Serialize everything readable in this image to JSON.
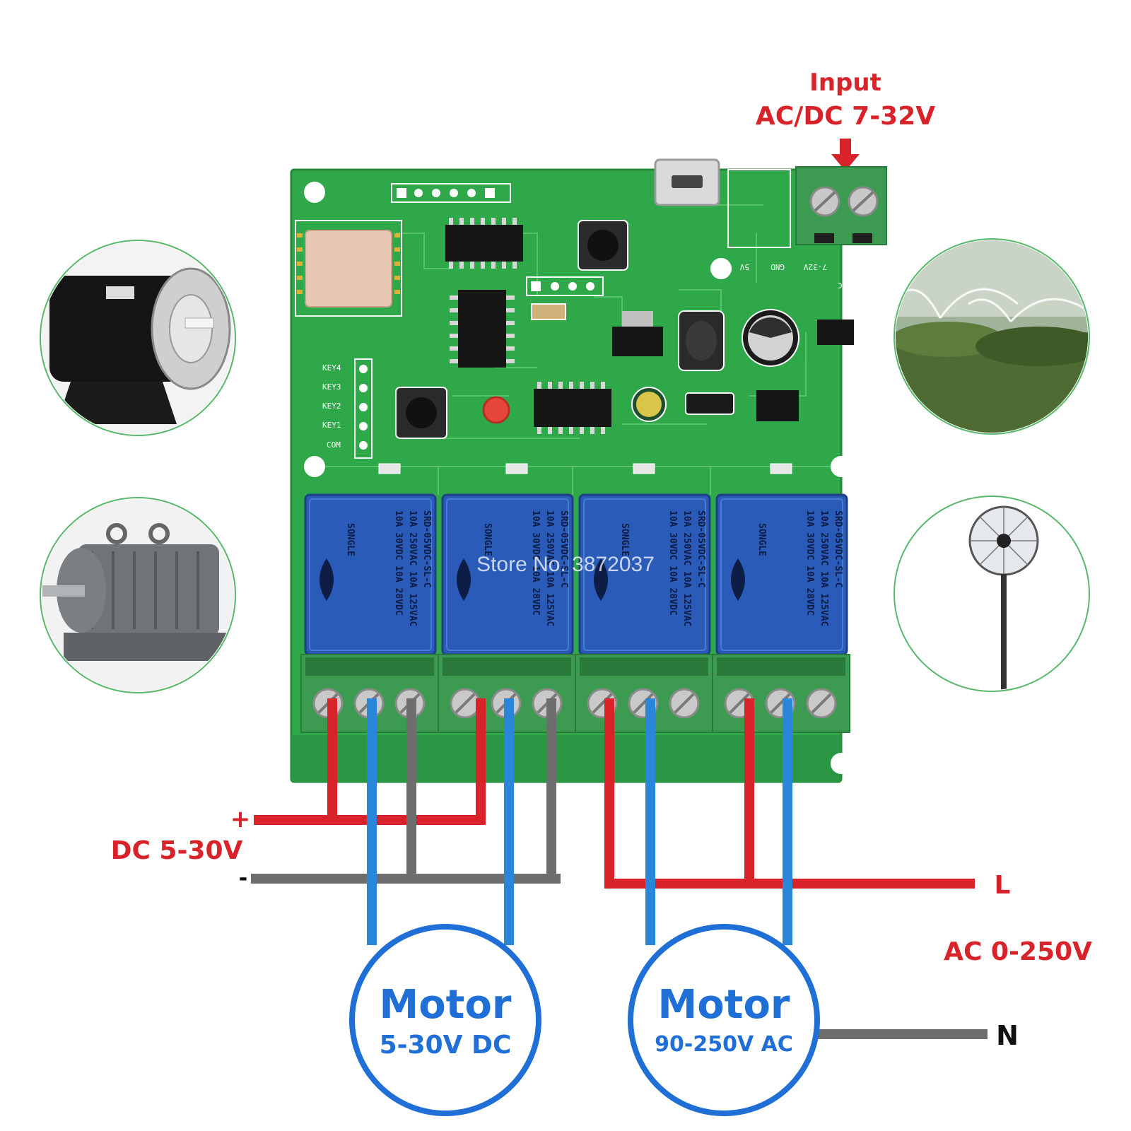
{
  "input": {
    "title": "Input",
    "spec": "AC/DC 7-32V"
  },
  "board": {
    "silkscreen_terminal": [
      "7-32V",
      "GND",
      "5V"
    ],
    "silkscreen_acdc": "AC/DC",
    "keys": [
      "KEY4",
      "KEY3",
      "KEY2",
      "KEY1",
      "COM"
    ],
    "relay": {
      "brand": "SONGLE",
      "model": "SRD-05VDC-SL-C",
      "rating_ac": "10A 250VAC  10A 125VAC",
      "rating_dc": "10A 30VDC  10A 28VDC",
      "count": 4
    },
    "watermark": "Store No. 3872037",
    "pcb_color": "#2fa84a",
    "relay_color": "#2a5bb8"
  },
  "dc_supply": {
    "plus": "+",
    "label": "DC 5-30V",
    "minus": "-"
  },
  "ac_supply": {
    "line": "L",
    "label": "AC 0-250V",
    "neutral": "N"
  },
  "motors": [
    {
      "title": "Motor",
      "spec": "5-30V DC"
    },
    {
      "title": "Motor",
      "spec": "90-250V AC"
    }
  ],
  "thumbnails": [
    "dc-motor-photo",
    "ac-induction-motor-photo",
    "sprinkler-irrigation-photo",
    "stand-fan-photo"
  ],
  "colors": {
    "label_red": "#d8232a",
    "label_blue": "#1f6fd6",
    "wire_red": "#d8232a",
    "wire_blue": "#2a86d8",
    "wire_gray": "#6e6e6e"
  }
}
